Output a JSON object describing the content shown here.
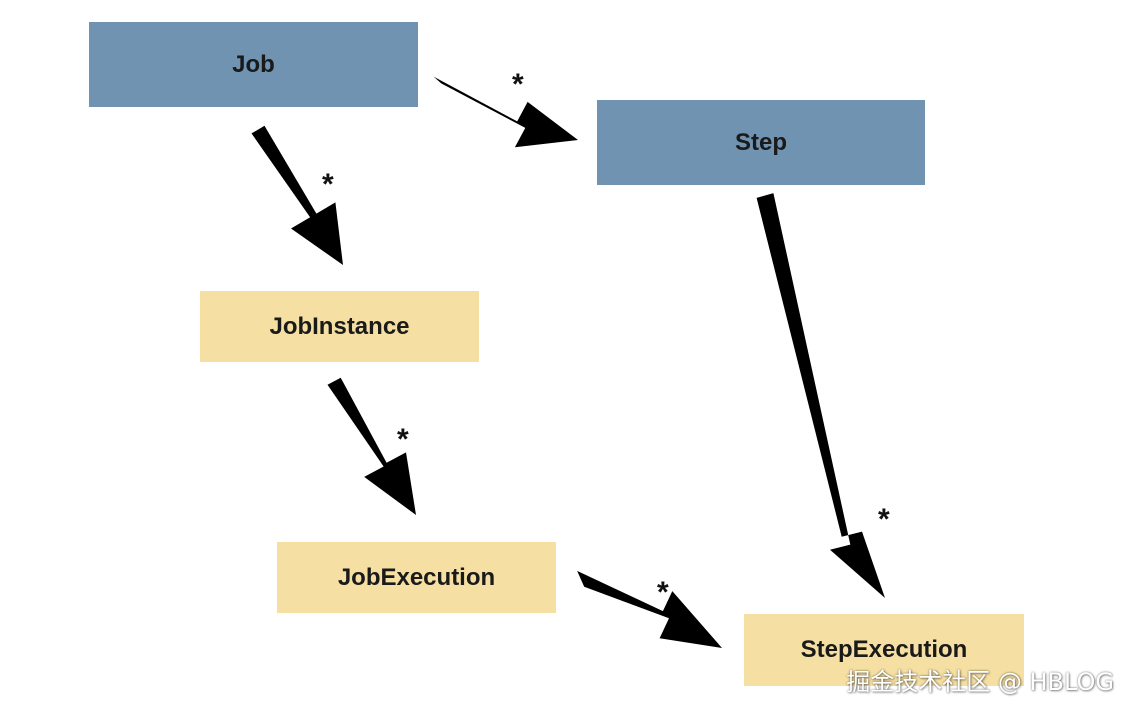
{
  "nodes": {
    "job": "Job",
    "step": "Step",
    "job_instance": "JobInstance",
    "job_execution": "JobExecution",
    "step_execution": "StepExecution"
  },
  "edges": [
    {
      "from": "Job",
      "to": "Step",
      "multiplicity": "*"
    },
    {
      "from": "Job",
      "to": "JobInstance",
      "multiplicity": "*"
    },
    {
      "from": "JobInstance",
      "to": "JobExecution",
      "multiplicity": "*"
    },
    {
      "from": "JobExecution",
      "to": "StepExecution",
      "multiplicity": "*"
    },
    {
      "from": "Step",
      "to": "StepExecution",
      "multiplicity": "*"
    }
  ],
  "colors": {
    "definition_box": "#6f93b1",
    "runtime_box": "#f5dfa2",
    "arrow": "#000000"
  },
  "watermark": "掘金技术社区 @ HBLOG"
}
